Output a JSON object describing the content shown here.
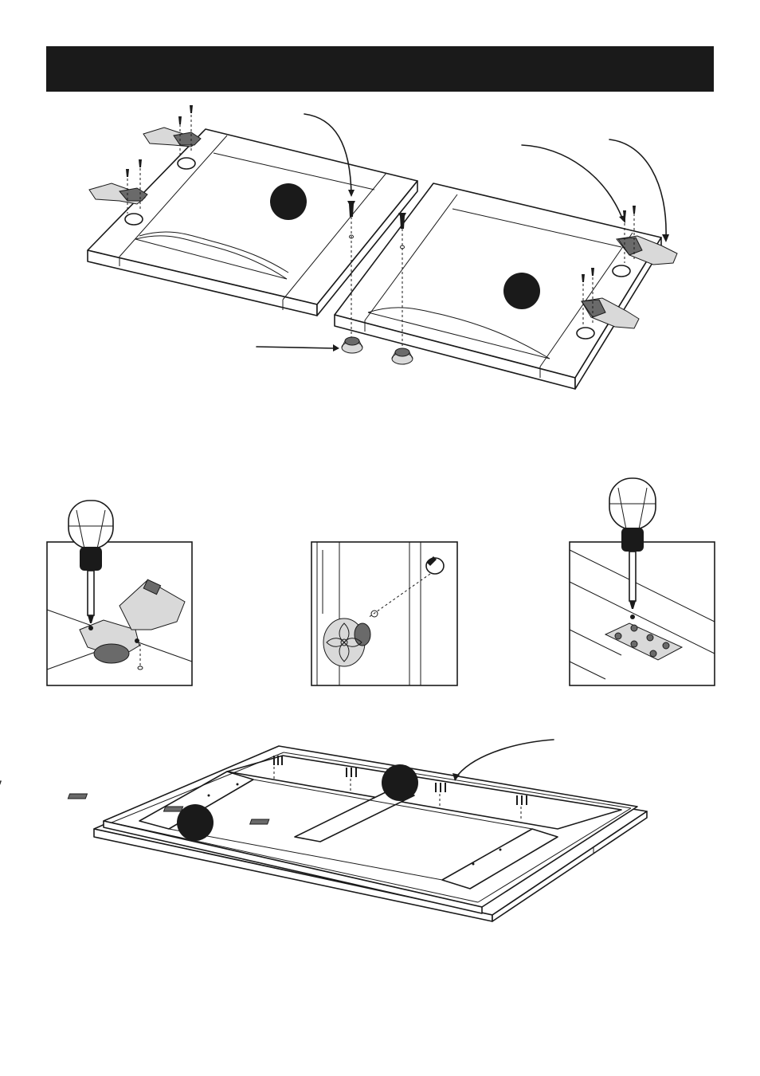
{
  "header": {
    "bar_color": "#1a1a1a"
  },
  "figures": {
    "doors_exploded": {
      "callout_markers": 2,
      "arrows": 4
    },
    "detail_hinge": {
      "icon": "screwdriver-hinge-icon"
    },
    "detail_knob": {
      "icon": "knob-screw-icon"
    },
    "detail_plate": {
      "icon": "screwdriver-plate-icon"
    },
    "frame_top": {
      "callout_markers": 2,
      "arrows": 1
    }
  }
}
